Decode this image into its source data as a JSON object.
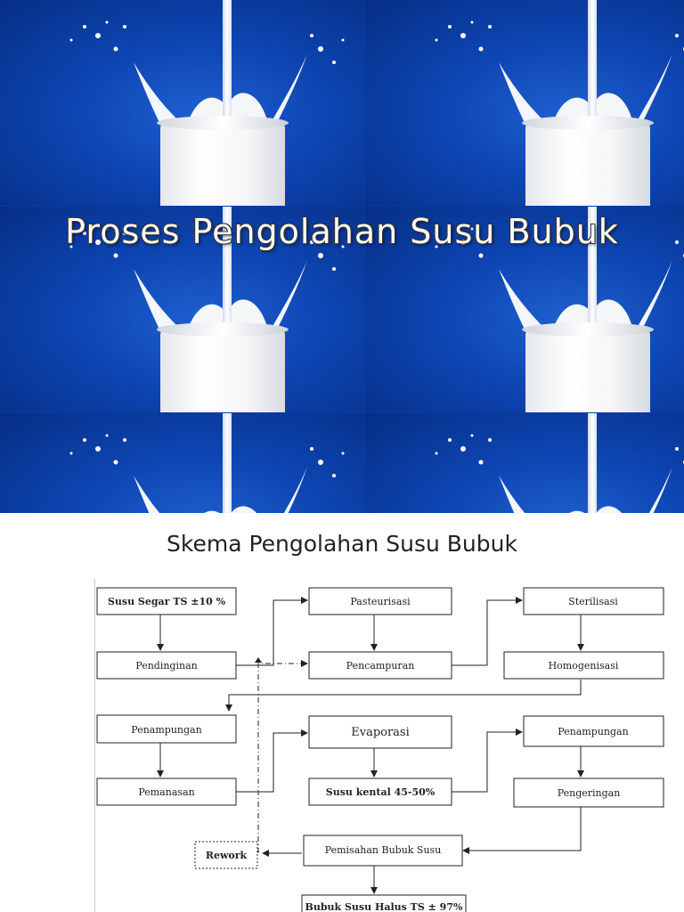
{
  "slide1": {
    "title": "Proses Pengolahan Susu Bubuk",
    "background_color": "#0d45b2"
  },
  "slide2": {
    "title": "Skema Pengolahan Susu Bubuk",
    "diagram": {
      "nodes": {
        "susu_segar": "Susu Segar TS ±10 %",
        "pendinginan": "Pendinginan",
        "pasteurisasi": "Pasteurisasi",
        "pencampuran": "Pencampuran",
        "sterilisasi": "Sterilisasi",
        "homogenisasi": "Homogenisasi",
        "penampungan_1": "Penampungan",
        "pemanasan": "Pemanasan",
        "evaporasi": "Evaporasi",
        "susu_kental": "Susu kental 45-50%",
        "penampungan_2": "Penampungan",
        "pengeringan": "Pengeringan",
        "pemisahan": "Pemisahan Bubuk Susu",
        "rework": "Rework",
        "bubuk_halus": "Bubuk Susu Halus TS ± 97%"
      }
    }
  }
}
